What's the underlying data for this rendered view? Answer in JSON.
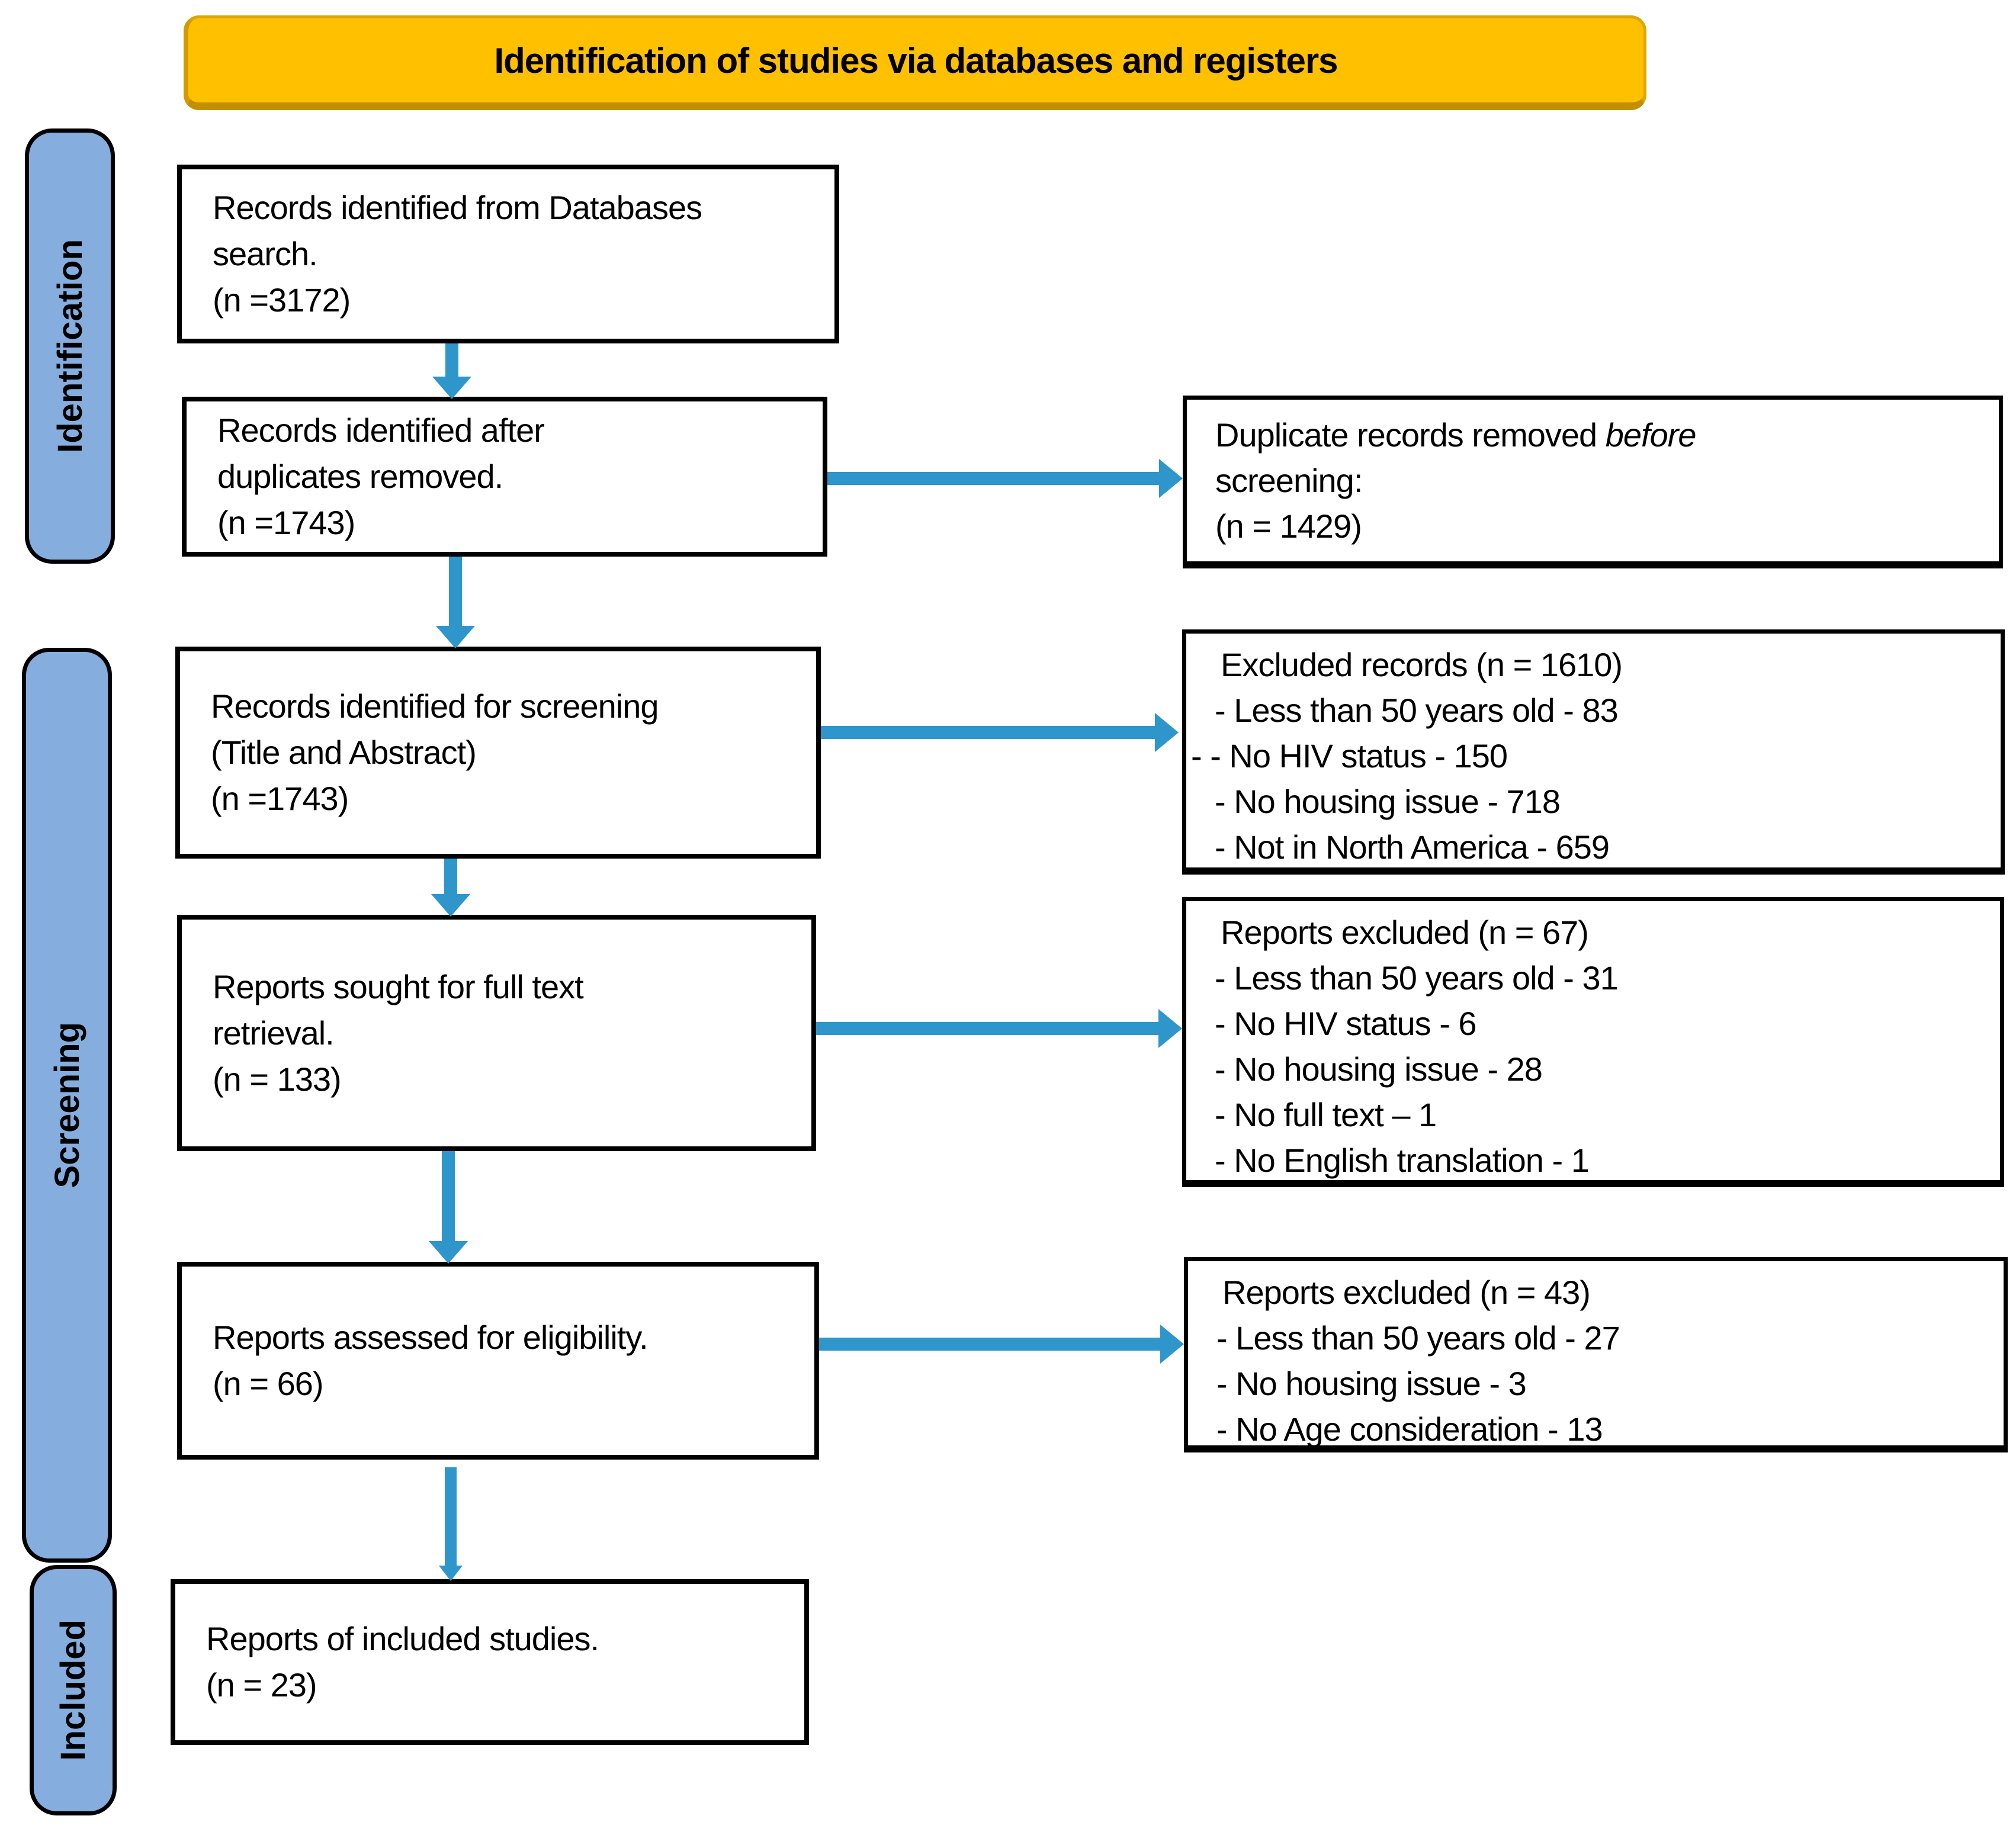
{
  "banner": {
    "label": "Identification of studies via databases and registers"
  },
  "stages": {
    "identification": "Identification",
    "screening": "Screening",
    "included": "Included"
  },
  "boxes": {
    "b1": {
      "l1": "Records identified from Databases",
      "l2": "search.",
      "l3": "(n =3172)"
    },
    "b2": {
      "l1": "Records identified after",
      "l2": "duplicates removed.",
      "l3": "(n =1743)"
    },
    "b3": {
      "l1": "Records identified for screening",
      "l2": "(Title and Abstract)",
      "l3": "(n =1743)"
    },
    "b4": {
      "l1": "Reports sought for full text",
      "l2": "retrieval.",
      "l3": "(n = 133)"
    },
    "b5": {
      "l1": "Reports assessed for eligibility.",
      "l2": "(n = 66)"
    },
    "b6": {
      "l1": "Reports of included studies.",
      "l2": "(n = 23)"
    }
  },
  "side": {
    "s1": {
      "l1a": "Duplicate records removed ",
      "l1b": "before",
      "l2": "screening:",
      "l3": "(n = 1429)"
    },
    "s2": {
      "l1": "Excluded records (n = 1610)",
      "l2": "- Less than 50 years old - 83",
      "l3": "- - No HIV status - 150",
      "l4": "- No housing issue - 718",
      "l5": "- Not in North America - 659"
    },
    "s3": {
      "l1": "Reports excluded (n = 67)",
      "l2": "- Less than 50 years old - 31",
      "l3": "- No HIV status - 6",
      "l4": "- No housing issue - 28",
      "l5": "- No full text – 1",
      "l6": "- No English translation - 1"
    },
    "s4": {
      "l1": "Reports excluded (n = 43)",
      "l2": "- Less than 50 years old - 27",
      "l3": "- No housing issue - 3",
      "l4": "- No Age consideration - 13"
    }
  },
  "colors": {
    "banner_yellow": "#FFC000",
    "tab_blue": "#85AEDE",
    "arrow_blue": "#2E96CB",
    "box_border": "#000000"
  }
}
